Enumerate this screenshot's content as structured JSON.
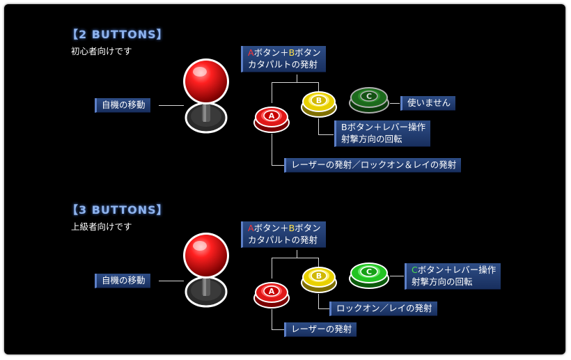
{
  "panels": [
    {
      "title": "【2 BUTTONS】",
      "subtitle": "初心者向けです",
      "stick_label": "自機の移動",
      "ab_label": {
        "a": "A",
        "a_rest": "ボタン＋",
        "b": "B",
        "b_rest": "ボタン",
        "line2": "カタパルトの発射"
      },
      "a_label": "レーザーの発射／ロックオン＆レイの発射",
      "b_label": {
        "line1": "Bボタン＋レバー操作",
        "line2": "射撃方向の回転"
      },
      "c_label": "使いません"
    },
    {
      "title": "【3 BUTTONS】",
      "subtitle": "上級者向けです",
      "stick_label": "自機の移動",
      "ab_label": {
        "a": "A",
        "a_rest": "ボタン＋",
        "b": "B",
        "b_rest": "ボタン",
        "line2": "カタパルトの発射"
      },
      "a_label": "レーザーの発射",
      "b_label": "ロックオン／レイの発射",
      "c_label": {
        "c": "C",
        "rest": "ボタン＋レバー操作",
        "line2": "射撃方向の回転"
      }
    }
  ],
  "buttons": {
    "a": "A",
    "b": "B",
    "c": "C"
  },
  "colors": {
    "a": "#e01818",
    "b": "#e8d000",
    "c_disabled": "#1c6a1c",
    "c_active": "#22c422",
    "panel_bg": "#000000",
    "label_bg": "#2e4d86"
  }
}
